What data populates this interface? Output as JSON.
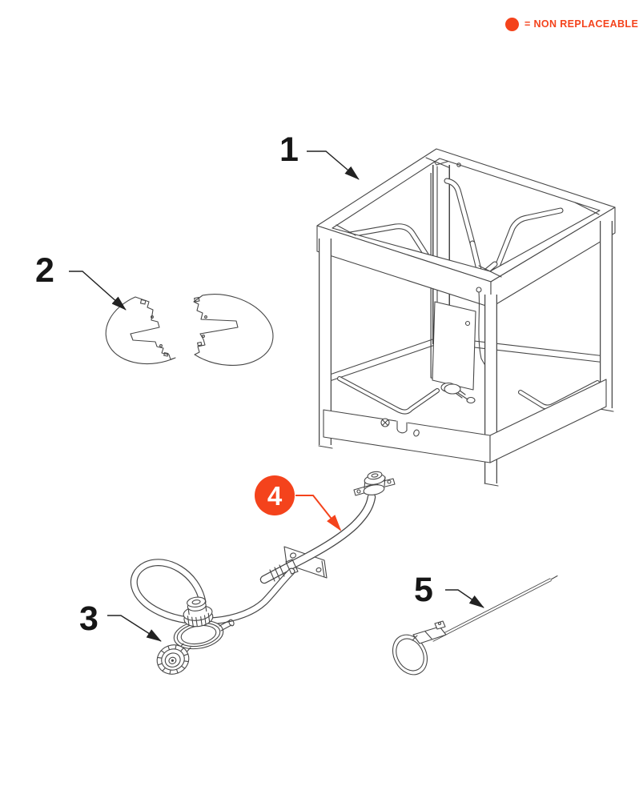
{
  "legend": {
    "icon": "non-replaceable-dot",
    "text": "= NON REPLACEABLE"
  },
  "parts": [
    {
      "label": "1",
      "non_replaceable": false
    },
    {
      "label": "2",
      "non_replaceable": false
    },
    {
      "label": "3",
      "non_replaceable": false
    },
    {
      "label": "4",
      "non_replaceable": true
    },
    {
      "label": "5",
      "non_replaceable": false
    }
  ],
  "colors": {
    "accent": "#f4431c",
    "line": "#474747",
    "label": "#161616",
    "background": "#ffffff"
  }
}
